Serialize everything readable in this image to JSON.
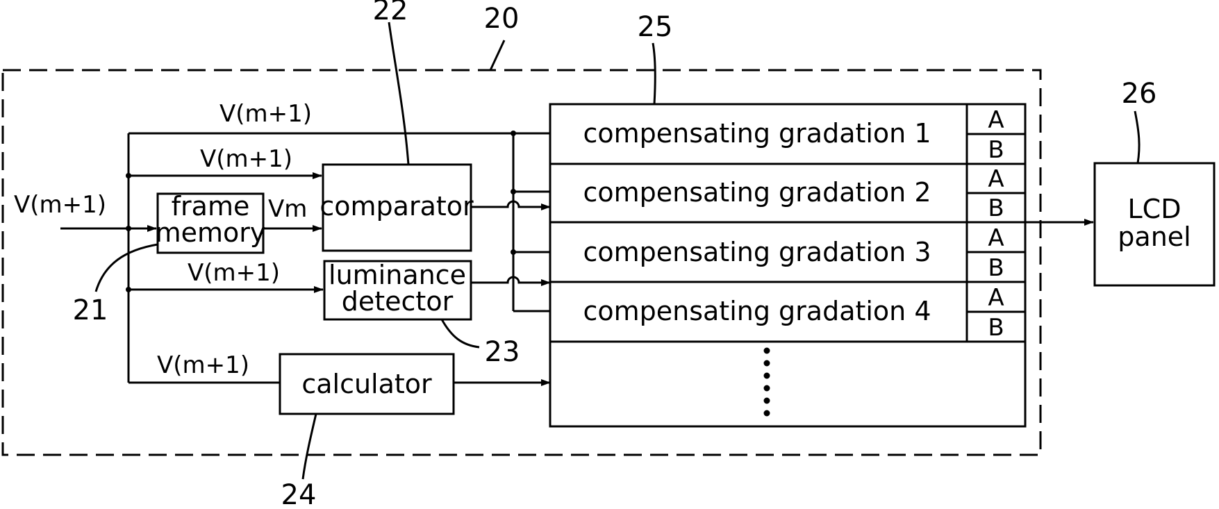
{
  "signals": {
    "input": "V(m+1)",
    "top": "V(m+1)",
    "comparator_in": "V(m+1)",
    "frame_out": "Vm",
    "luminance_in": "V(m+1)",
    "calculator_in": "V(m+1)"
  },
  "blocks": {
    "frame_memory": [
      "frame",
      "memory"
    ],
    "comparator": "comparator",
    "luminance_detector": [
      "luminance",
      "detector"
    ],
    "calculator": "calculator",
    "lcd_panel": [
      "LCD",
      "panel"
    ]
  },
  "table": {
    "rows": [
      {
        "label": "compensating gradation 1",
        "a": "A",
        "b": "B"
      },
      {
        "label": "compensating gradation 2",
        "a": "A",
        "b": "B"
      },
      {
        "label": "compensating gradation 3",
        "a": "A",
        "b": "B"
      },
      {
        "label": "compensating gradation 4",
        "a": "A",
        "b": "B"
      }
    ]
  },
  "refs": {
    "system": "20",
    "frame_memory": "21",
    "comparator": "22",
    "luminance_detector": "23",
    "calculator": "24",
    "table": "25",
    "lcd_panel": "26"
  }
}
